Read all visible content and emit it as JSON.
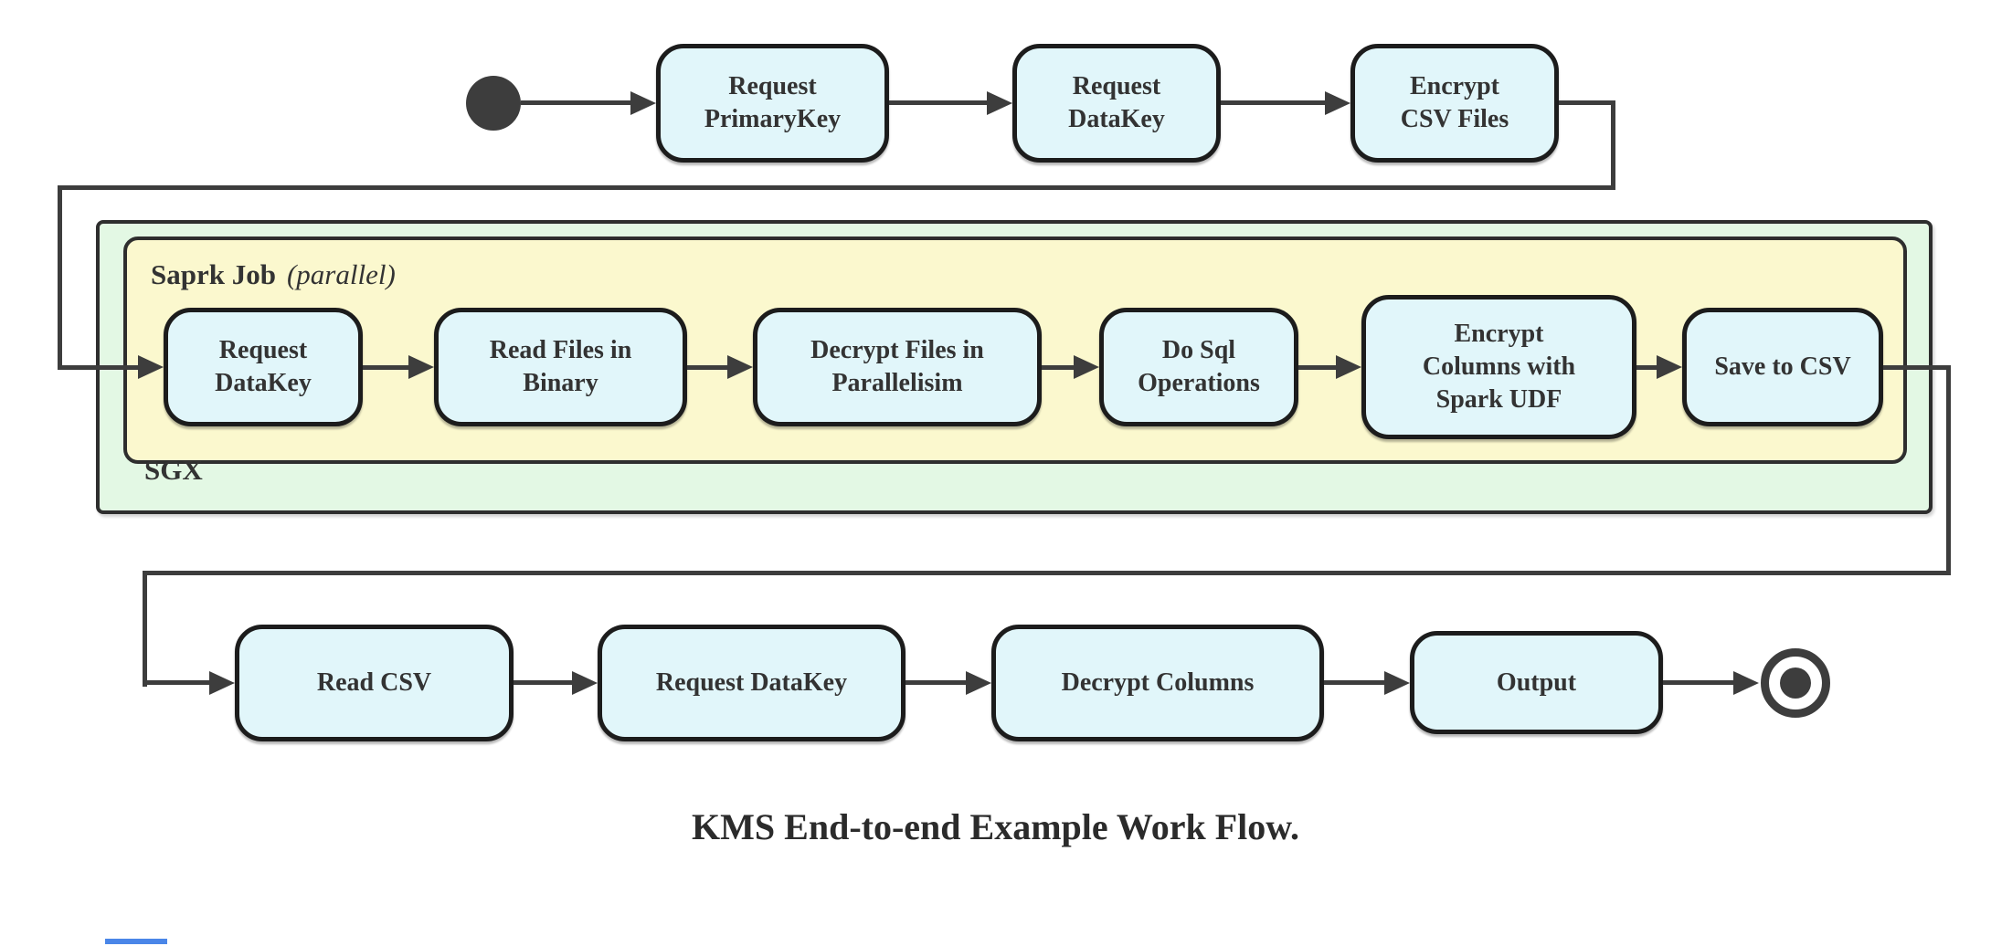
{
  "caption": "KMS End-to-end Example Work Flow.",
  "theme": {
    "canvas-bg": "#ffffff",
    "activity-fill": "#e1f6fa",
    "activity-border": "#1c1c1c",
    "green-fill": "#e3f8e4",
    "yellow-fill": "#fbf8ce",
    "container-border": "#2e2e2e",
    "line-color": "#3d3d3d",
    "text-color": "#333333",
    "accent-blue": "#4a86e8"
  },
  "flows": {
    "top": [
      "Request\nPrimaryKey",
      "Request\nDataKey",
      "Encrypt\nCSV Files"
    ],
    "sgx": [
      "Request\nDataKey",
      "Read Files in\nBinary",
      "Decrypt Files in\nParallelisim",
      "Do Sql\nOperations",
      "Encrypt\nColumns with\nSpark UDF",
      "Save to CSV"
    ],
    "bottom": [
      "Read CSV",
      "Request DataKey",
      "Decrypt Columns",
      "Output"
    ]
  },
  "groups": {
    "sgx": {
      "label": "SGX"
    },
    "spark_job": {
      "label": "Saprk Job",
      "qualifier": "(parallel)"
    }
  }
}
